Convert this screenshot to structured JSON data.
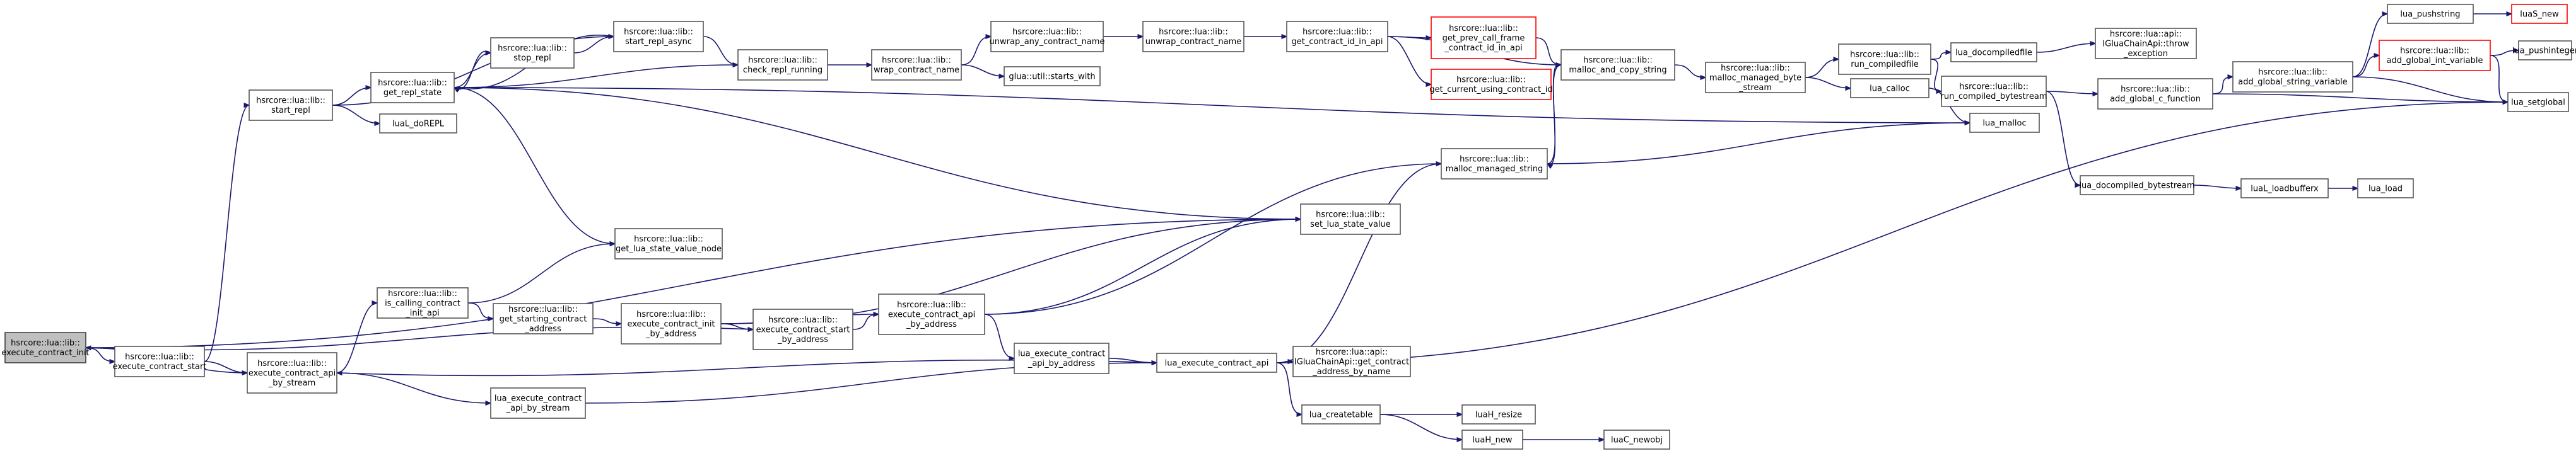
{
  "graph": {
    "colors": {
      "edge": "#191970",
      "node_border": "#555555",
      "highlight_fill": "#bfbfbf",
      "external_border": "#ff0000"
    },
    "nodes": [
      {
        "id": "n01",
        "lines": [
          "hsrcore::lua::lib::",
          "execute_contract_init"
        ],
        "highlight": true
      },
      {
        "id": "n02",
        "lines": [
          "hsrcore::lua::lib::",
          "execute_contract_start"
        ]
      },
      {
        "id": "n03",
        "lines": [
          "hsrcore::lua::lib::",
          "execute_contract_api",
          "_by_stream"
        ]
      },
      {
        "id": "n04",
        "lines": [
          "hsrcore::lua::lib::",
          "start_repl"
        ]
      },
      {
        "id": "n05",
        "lines": [
          "hsrcore::lua::lib::",
          "get_repl_state"
        ]
      },
      {
        "id": "n06",
        "lines": [
          "luaL_doREPL"
        ]
      },
      {
        "id": "n07",
        "lines": [
          "hsrcore::lua::lib::",
          "stop_repl"
        ]
      },
      {
        "id": "n08",
        "lines": [
          "hsrcore::lua::lib::",
          "start_repl_async"
        ]
      },
      {
        "id": "n09",
        "lines": [
          "hsrcore::lua::lib::",
          "check_repl_running"
        ]
      },
      {
        "id": "n10",
        "lines": [
          "hsrcore::lua::lib::",
          "wrap_contract_name"
        ]
      },
      {
        "id": "n11",
        "lines": [
          "hsrcore::lua::lib::",
          "unwrap_any_contract_name"
        ]
      },
      {
        "id": "n12",
        "lines": [
          "glua::util::starts_with"
        ]
      },
      {
        "id": "n13",
        "lines": [
          "hsrcore::lua::lib::",
          "unwrap_contract_name"
        ]
      },
      {
        "id": "n14",
        "lines": [
          "hsrcore::lua::lib::",
          "get_contract_id_in_api"
        ]
      },
      {
        "id": "n15",
        "lines": [
          "hsrcore::lua::lib::",
          "get_prev_call_frame",
          "_contract_id_in_api"
        ],
        "external": true
      },
      {
        "id": "n16",
        "lines": [
          "hsrcore::lua::lib::",
          "get_current_using_contract_id"
        ],
        "external": true
      },
      {
        "id": "n17",
        "lines": [
          "hsrcore::lua::lib::",
          "malloc_and_copy_string"
        ]
      },
      {
        "id": "n18",
        "lines": [
          "hsrcore::lua::lib::",
          "malloc_managed_string"
        ]
      },
      {
        "id": "n19",
        "lines": [
          "hsrcore::lua::lib::",
          "malloc_managed_byte",
          "_stream"
        ]
      },
      {
        "id": "n20",
        "lines": [
          "hsrcore::lua::lib::",
          "run_compiledfile"
        ]
      },
      {
        "id": "n21",
        "lines": [
          "lua_calloc"
        ]
      },
      {
        "id": "n22",
        "lines": [
          "lua_malloc"
        ]
      },
      {
        "id": "n23",
        "lines": [
          "lua_docompiledfile"
        ]
      },
      {
        "id": "n24",
        "lines": [
          "hsrcore::lua::lib::",
          "run_compiled_bytestream"
        ]
      },
      {
        "id": "n25",
        "lines": [
          "hsrcore::lua::api::",
          "IGluaChainApi::throw",
          "_exception"
        ]
      },
      {
        "id": "n26",
        "lines": [
          "hsrcore::lua::lib::",
          "add_global_c_function"
        ]
      },
      {
        "id": "n27",
        "lines": [
          "lua_docompiled_bytestream"
        ]
      },
      {
        "id": "n28",
        "lines": [
          "luaL_loadbufferx"
        ]
      },
      {
        "id": "n29",
        "lines": [
          "lua_load"
        ]
      },
      {
        "id": "n30",
        "lines": [
          "hsrcore::lua::lib::",
          "add_global_string_variable"
        ]
      },
      {
        "id": "n31",
        "lines": [
          "lua_pushstring"
        ]
      },
      {
        "id": "n32",
        "lines": [
          "luaS_new"
        ],
        "external": true
      },
      {
        "id": "n33",
        "lines": [
          "hsrcore::lua::lib::",
          "add_global_int_variable"
        ],
        "external": true
      },
      {
        "id": "n34",
        "lines": [
          "lua_pushinteger"
        ]
      },
      {
        "id": "n35",
        "lines": [
          "lua_setglobal"
        ]
      },
      {
        "id": "n36",
        "lines": [
          "hsrcore::lua::lib::",
          "set_lua_state_value"
        ]
      },
      {
        "id": "n37",
        "lines": [
          "hsrcore::lua::lib::",
          "get_lua_state_value_node"
        ]
      },
      {
        "id": "n38",
        "lines": [
          "hsrcore::lua::lib::",
          "is_calling_contract",
          "_init_api"
        ]
      },
      {
        "id": "n39",
        "lines": [
          "hsrcore::lua::lib::",
          "get_starting_contract",
          "_address"
        ]
      },
      {
        "id": "n40",
        "lines": [
          "hsrcore::lua::lib::",
          "execute_contract_init",
          "_by_address"
        ]
      },
      {
        "id": "n41",
        "lines": [
          "hsrcore::lua::lib::",
          "execute_contract_start",
          "_by_address"
        ]
      },
      {
        "id": "n42",
        "lines": [
          "hsrcore::lua::lib::",
          "execute_contract_api",
          "_by_address"
        ]
      },
      {
        "id": "n43",
        "lines": [
          "lua_execute_contract",
          "_api_by_address"
        ]
      },
      {
        "id": "n44",
        "lines": [
          "lua_execute_contract_api"
        ]
      },
      {
        "id": "n45",
        "lines": [
          "hsrcore::lua::api::",
          "IGluaChainApi::get_contract",
          "_address_by_name"
        ]
      },
      {
        "id": "n46",
        "lines": [
          "lua_execute_contract",
          "_api_by_stream"
        ]
      },
      {
        "id": "n47",
        "lines": [
          "lua_createtable"
        ]
      },
      {
        "id": "n48",
        "lines": [
          "luaH_resize"
        ]
      },
      {
        "id": "n49",
        "lines": [
          "luaH_new"
        ]
      },
      {
        "id": "n50",
        "lines": [
          "luaC_newobj"
        ]
      }
    ],
    "edges": [
      [
        "n01",
        "n02"
      ],
      [
        "n01",
        "n03"
      ],
      [
        "n01",
        "n36"
      ],
      [
        "n02",
        "n04"
      ],
      [
        "n02",
        "n03"
      ],
      [
        "n04",
        "n05"
      ],
      [
        "n04",
        "n06"
      ],
      [
        "n04",
        "n08"
      ],
      [
        "n05",
        "n07"
      ],
      [
        "n05",
        "n09"
      ],
      [
        "n05",
        "n22"
      ],
      [
        "n05",
        "n36"
      ],
      [
        "n05",
        "n37"
      ],
      [
        "n07",
        "n05"
      ],
      [
        "n07",
        "n08"
      ],
      [
        "n08",
        "n05"
      ],
      [
        "n08",
        "n09"
      ],
      [
        "n09",
        "n10"
      ],
      [
        "n10",
        "n11"
      ],
      [
        "n10",
        "n12"
      ],
      [
        "n11",
        "n13"
      ],
      [
        "n13",
        "n14"
      ],
      [
        "n14",
        "n15"
      ],
      [
        "n14",
        "n16"
      ],
      [
        "n14",
        "n17"
      ],
      [
        "n15",
        "n17"
      ],
      [
        "n17",
        "n18"
      ],
      [
        "n17",
        "n19"
      ],
      [
        "n18",
        "n17"
      ],
      [
        "n18",
        "n22"
      ],
      [
        "n19",
        "n20"
      ],
      [
        "n19",
        "n21"
      ],
      [
        "n20",
        "n23"
      ],
      [
        "n20",
        "n24"
      ],
      [
        "n21",
        "n22"
      ],
      [
        "n23",
        "n25"
      ],
      [
        "n24",
        "n26"
      ],
      [
        "n24",
        "n27"
      ],
      [
        "n26",
        "n30"
      ],
      [
        "n26",
        "n35"
      ],
      [
        "n27",
        "n28"
      ],
      [
        "n28",
        "n29"
      ],
      [
        "n30",
        "n31"
      ],
      [
        "n30",
        "n33"
      ],
      [
        "n30",
        "n35"
      ],
      [
        "n31",
        "n32"
      ],
      [
        "n33",
        "n34"
      ],
      [
        "n33",
        "n35"
      ],
      [
        "n38",
        "n37"
      ],
      [
        "n38",
        "n39"
      ],
      [
        "n39",
        "n40"
      ],
      [
        "n40",
        "n36"
      ],
      [
        "n40",
        "n41"
      ],
      [
        "n40",
        "n42"
      ],
      [
        "n41",
        "n01"
      ],
      [
        "n41",
        "n42"
      ],
      [
        "n42",
        "n18"
      ],
      [
        "n42",
        "n36"
      ],
      [
        "n42",
        "n43"
      ],
      [
        "n43",
        "n44"
      ],
      [
        "n44",
        "n03"
      ],
      [
        "n44",
        "n18"
      ],
      [
        "n44",
        "n35"
      ],
      [
        "n44",
        "n45"
      ],
      [
        "n44",
        "n47"
      ],
      [
        "n03",
        "n38"
      ],
      [
        "n03",
        "n46"
      ],
      [
        "n46",
        "n44"
      ],
      [
        "n47",
        "n48"
      ],
      [
        "n47",
        "n49"
      ],
      [
        "n49",
        "n50"
      ]
    ]
  }
}
